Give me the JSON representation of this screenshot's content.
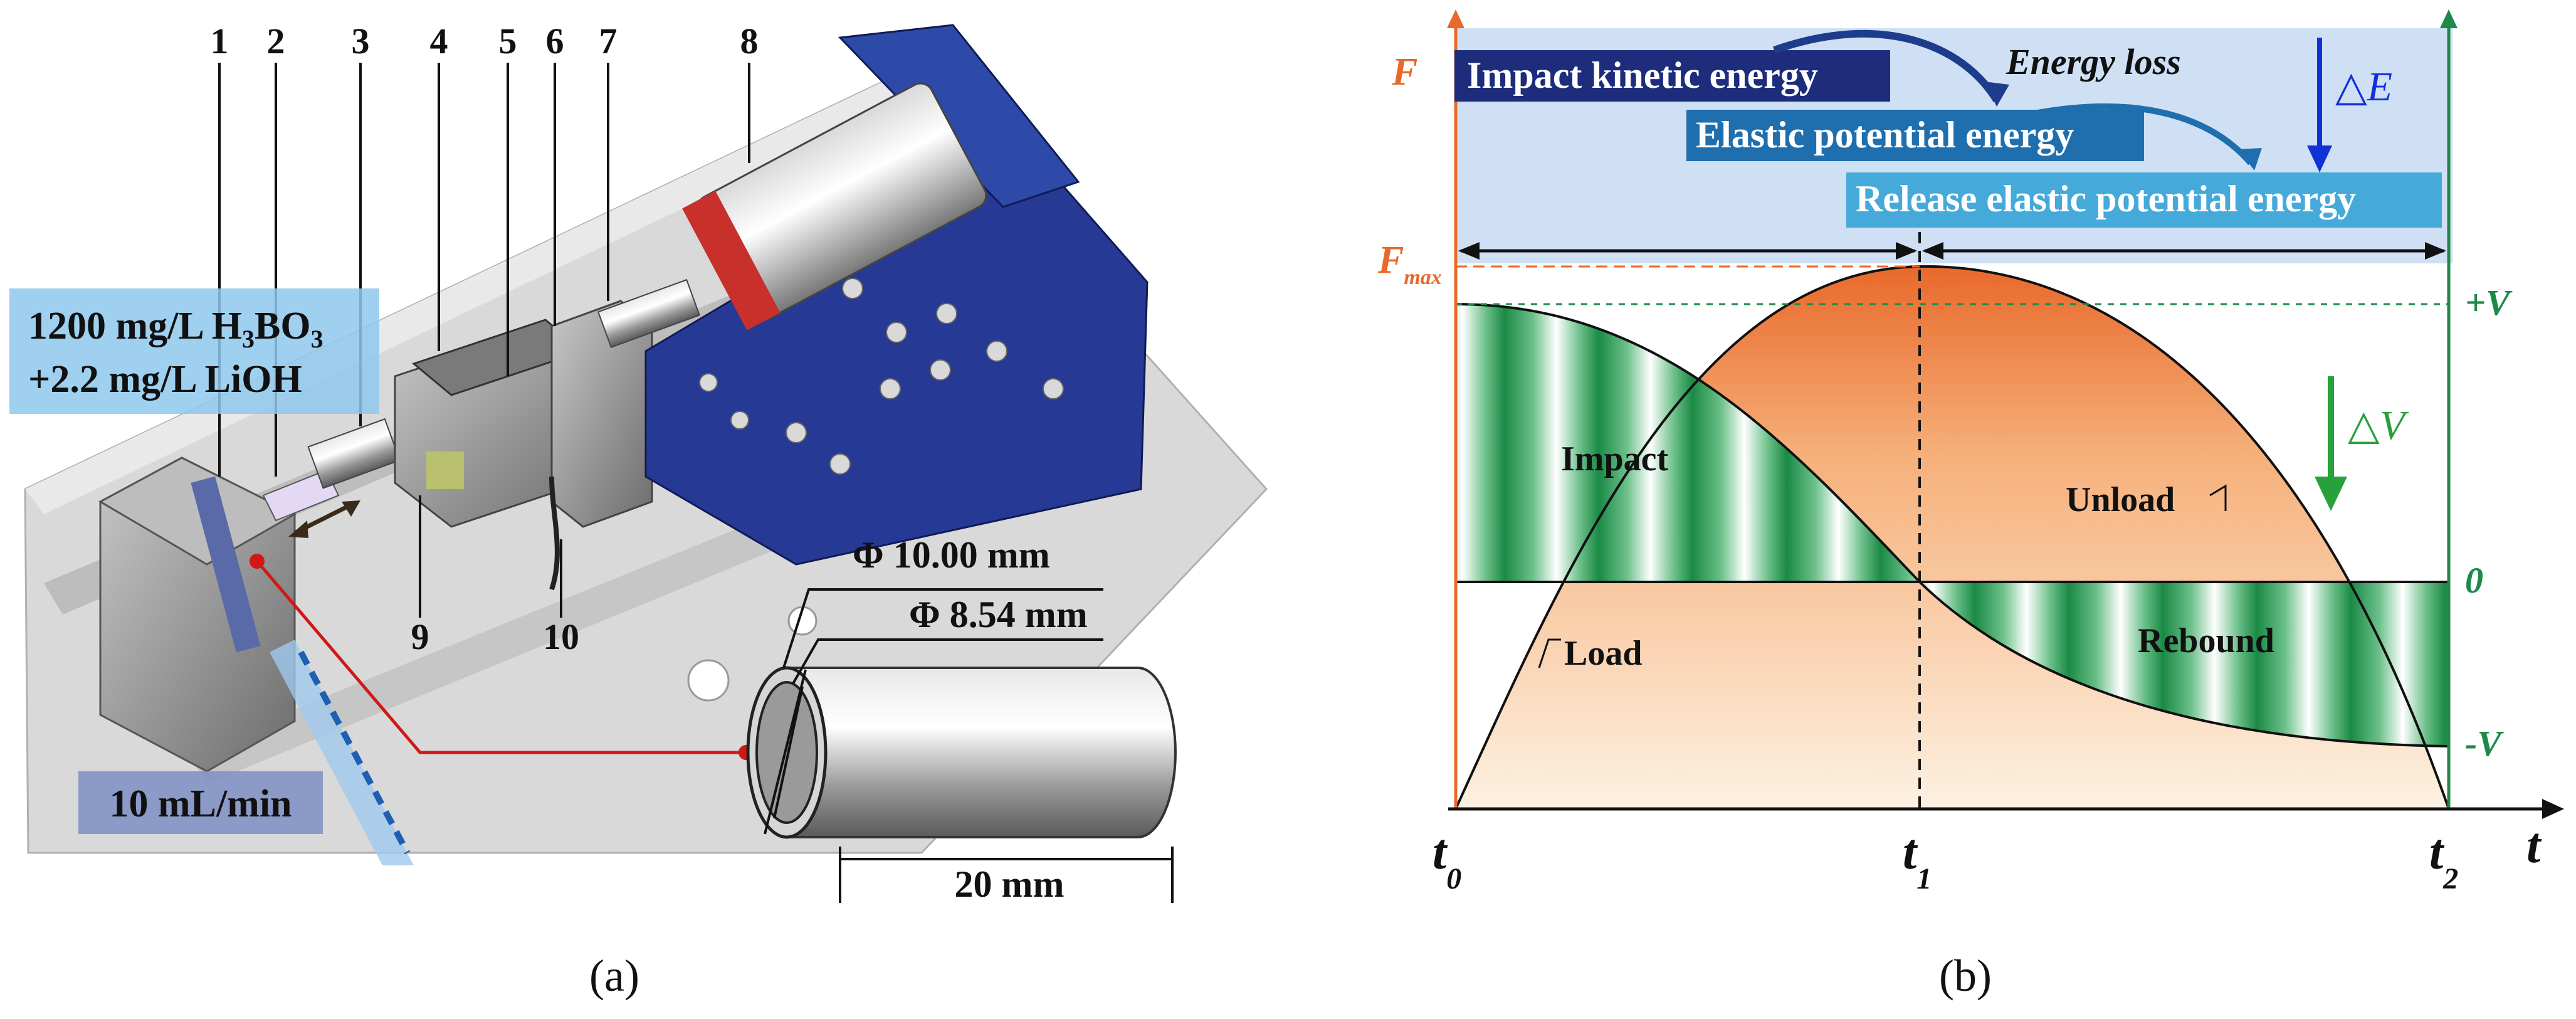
{
  "panel_a": {
    "part_labels": [
      "1",
      "2",
      "3",
      "4",
      "5",
      "6",
      "7",
      "8",
      "9",
      "10"
    ],
    "solution": {
      "line1_a": "1200 mg/L H",
      "sub3": "3",
      "line1_b": "BO",
      "sub3b": "3",
      "line2": "+2.2 mg/L LiOH"
    },
    "flow": "10 mL/min",
    "dim_outer": "Φ 10.00 mm",
    "dim_inner": "Φ 8.54 mm",
    "dim_length": "20 mm",
    "caption": "(a)"
  },
  "panel_b": {
    "y_left_label": "F",
    "f_max_label": "F",
    "f_max_sub": "max",
    "x_axis_label": "t",
    "t0": {
      "base": "t",
      "sub": "0"
    },
    "t1": {
      "base": "t",
      "sub": "1"
    },
    "t2": {
      "base": "t",
      "sub": "2"
    },
    "right_ticks": {
      "plus_v": "+V",
      "zero": "0",
      "minus_v": "-V"
    },
    "energy_boxes": {
      "impact": "Impact kinetic energy",
      "elastic": "Elastic potential energy",
      "release": "Release elastic potential energy",
      "loss": "Energy loss"
    },
    "delta_e": "△E",
    "delta_v": "△V",
    "region_labels": {
      "impact": "Impact",
      "unload": "Unload",
      "rebound": "Rebound",
      "load": "Load"
    },
    "caption": "(b)",
    "colors": {
      "force_axis": "#e8692b",
      "velocity_axis": "#1e8a4a",
      "impact_box": "#1d2d7c",
      "elastic_box": "#1f6fae",
      "release_box": "#45a9da",
      "band_bg": "#cfe0f4"
    }
  }
}
